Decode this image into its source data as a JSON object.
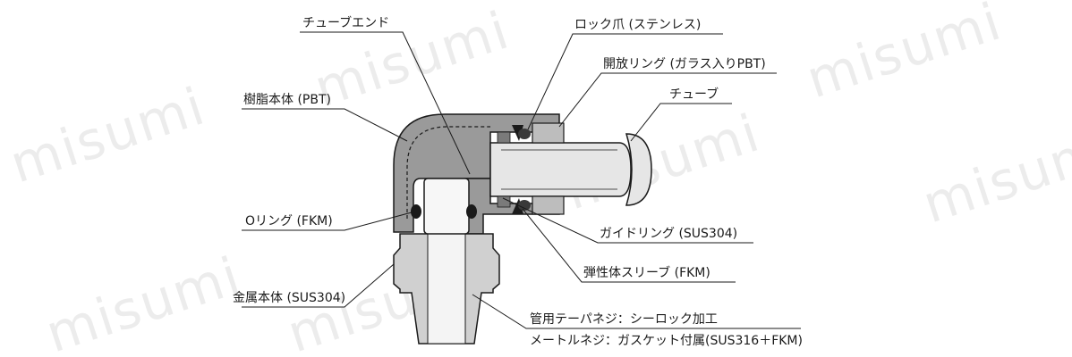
{
  "watermark": "misumi",
  "labels": {
    "tube_end": "チューブエンド",
    "lock_claw": "ロック爪 (ステンレス)",
    "release_ring": "開放リング (ガラス入りPBT)",
    "resin_body": "樹脂本体 (PBT)",
    "tube": "チューブ",
    "o_ring": "Oリング (FKM)",
    "guide_ring": "ガイドリング (SUS304)",
    "elastomer_sleeve": "弾性体スリーブ (FKM)",
    "metal_body": "金属本体 (SUS304)",
    "pipe_thread": "管用テーパネジ：シーロック加工",
    "metric_thread": "メートルネジ：ガスケット付属(SUS316＋FKM)"
  },
  "colors": {
    "resin_body": "#9a9a9a",
    "metal_body": "#d0d0d0",
    "tube": "#e6e6e6",
    "ink": "#1a1a1a",
    "watermark": "#ececec"
  }
}
